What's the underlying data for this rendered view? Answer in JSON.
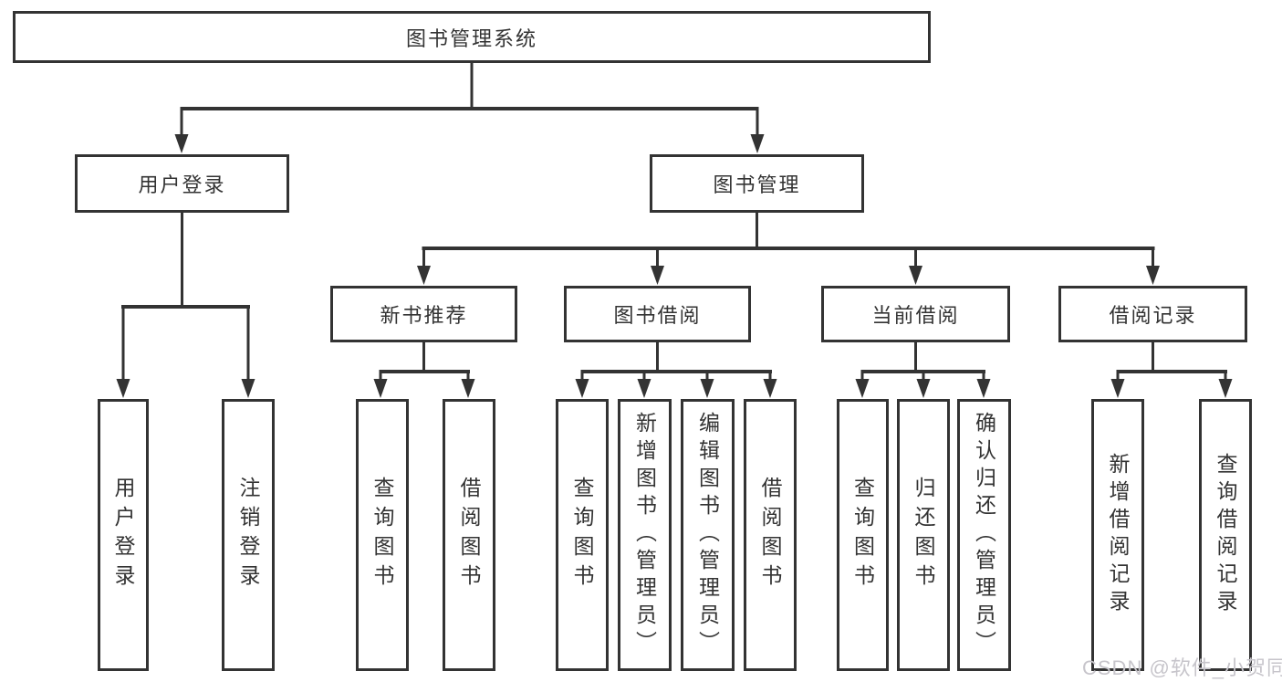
{
  "diagram": {
    "title": "图书管理系统",
    "level2": [
      {
        "label": "用户登录",
        "children": [
          "用户登录",
          "注销登录"
        ]
      },
      {
        "label": "图书管理",
        "groups": [
          {
            "label": "新书推荐",
            "children": [
              "查询图书",
              "借阅图书"
            ]
          },
          {
            "label": "图书借阅",
            "children": [
              "查询图书",
              "新增图书（管理员）",
              "编辑图书（管理员）",
              "借阅图书"
            ]
          },
          {
            "label": "当前借阅",
            "children": [
              "查询图书",
              "归还图书",
              "确认归还（管理员）"
            ]
          },
          {
            "label": "借阅记录",
            "children": [
              "新增借阅记录",
              "查询借阅记录"
            ]
          }
        ]
      }
    ]
  },
  "watermark": {
    "text": "CSDN @软件_小贺同学"
  },
  "colors": {
    "line": "#333333",
    "text": "#333333",
    "box_background": "#ffffff",
    "page_background": "#ffffff",
    "watermark": "#c7c5cb"
  }
}
